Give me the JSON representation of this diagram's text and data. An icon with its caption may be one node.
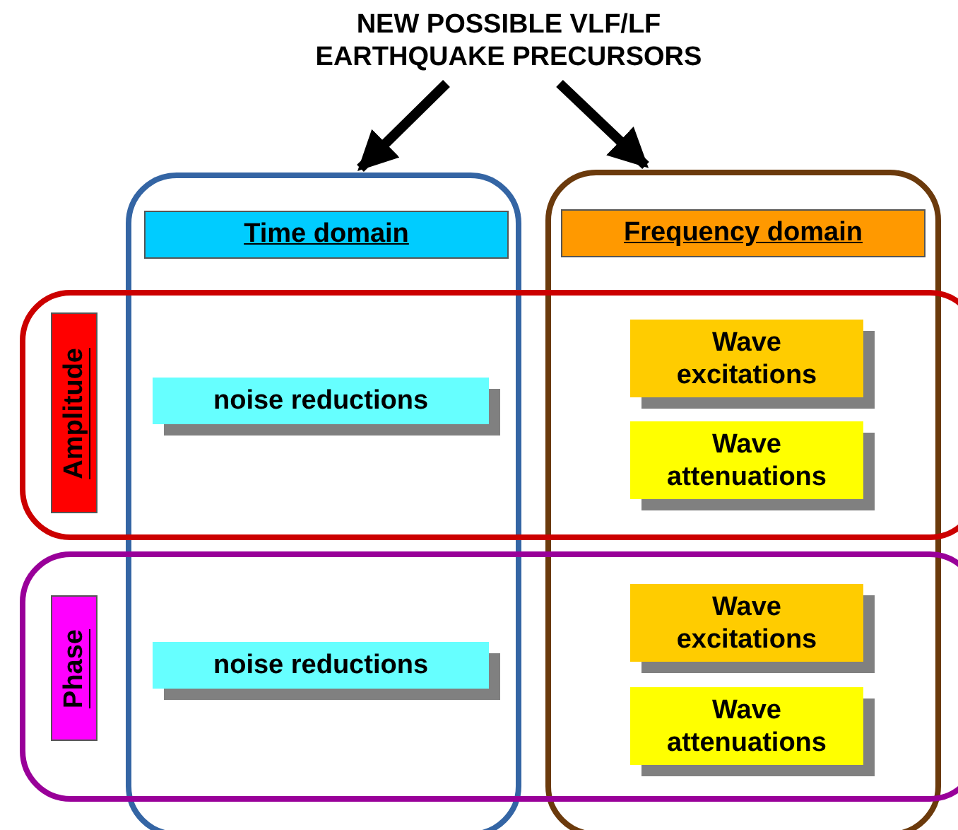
{
  "diagram": {
    "nodes": [
      {
        "text": [
          "NEW POSSIBLE VLF/LF EARTHQUAKE PRECURSORS"
        ]
      },
      {
        "text": [],
        "shape": "box"
      },
      {
        "text": [
          "Time domain"
        ],
        "in": 1
      },
      {
        "text": [],
        "shape": "box"
      },
      {
        "text": [
          "Frequency domain"
        ],
        "in": 3
      },
      {
        "text": [],
        "shape": "box"
      },
      {
        "text": [
          "Amplitude"
        ],
        "in": 5
      },
      {
        "text": [
          "noise reductions"
        ]
      },
      {
        "text": [
          "Wave excitations"
        ]
      },
      {
        "text": [
          "Wave attenuations"
        ]
      },
      {
        "text": [],
        "shape": "box"
      },
      {
        "text": [
          "Phase"
        ],
        "in": 10
      },
      {
        "text": [
          "noise reductions"
        ]
      },
      {
        "text": [
          "Wave excitations"
        ]
      },
      {
        "text": [
          "Wave attenuations"
        ]
      }
    ],
    "edges": [
      {
        "from": 0,
        "to": 1,
        "arrow": "to"
      },
      {
        "from": 0,
        "to": 3,
        "arrow": "to"
      }
    ]
  }
}
